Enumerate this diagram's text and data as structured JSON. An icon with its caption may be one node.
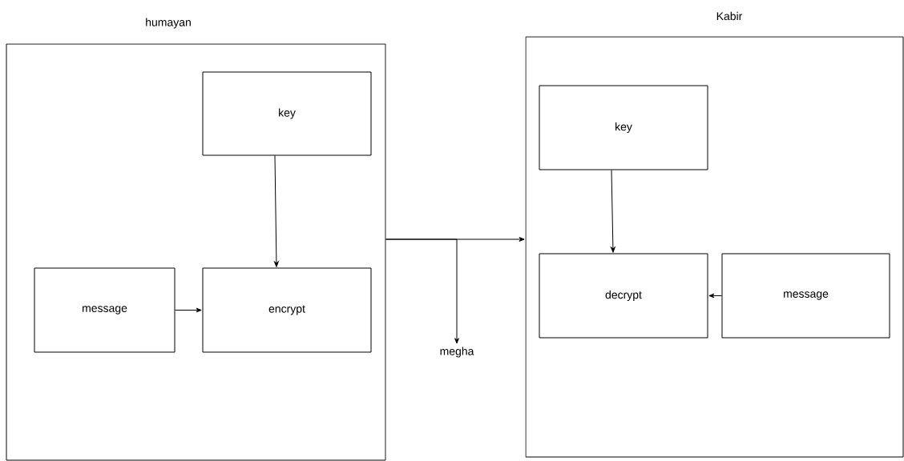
{
  "diagram": {
    "nodes": [
      {
        "text": [
          "humayan"
        ]
      },
      {
        "text": [
          "key"
        ],
        "in": 0
      },
      {
        "text": [
          "message"
        ],
        "in": 0
      },
      {
        "text": [
          "encrypt"
        ],
        "in": 0
      },
      {
        "text": [
          "Kabir"
        ]
      },
      {
        "text": [
          "key"
        ],
        "in": 4
      },
      {
        "text": [
          "decrypt"
        ],
        "in": 4
      },
      {
        "text": [
          "message"
        ],
        "in": 4
      },
      {
        "text": [
          "megha"
        ]
      }
    ],
    "edges": [
      {
        "from": 1,
        "to": 3,
        "arrow": "to"
      },
      {
        "from": 2,
        "to": 3,
        "arrow": "to"
      },
      {
        "from": 0,
        "to": 4,
        "arrow": "to"
      },
      {
        "from": 0,
        "to": 8,
        "arrow": "to"
      },
      {
        "from": 5,
        "to": 6,
        "arrow": "to"
      },
      {
        "from": 7,
        "to": 6,
        "arrow": "to"
      }
    ]
  }
}
